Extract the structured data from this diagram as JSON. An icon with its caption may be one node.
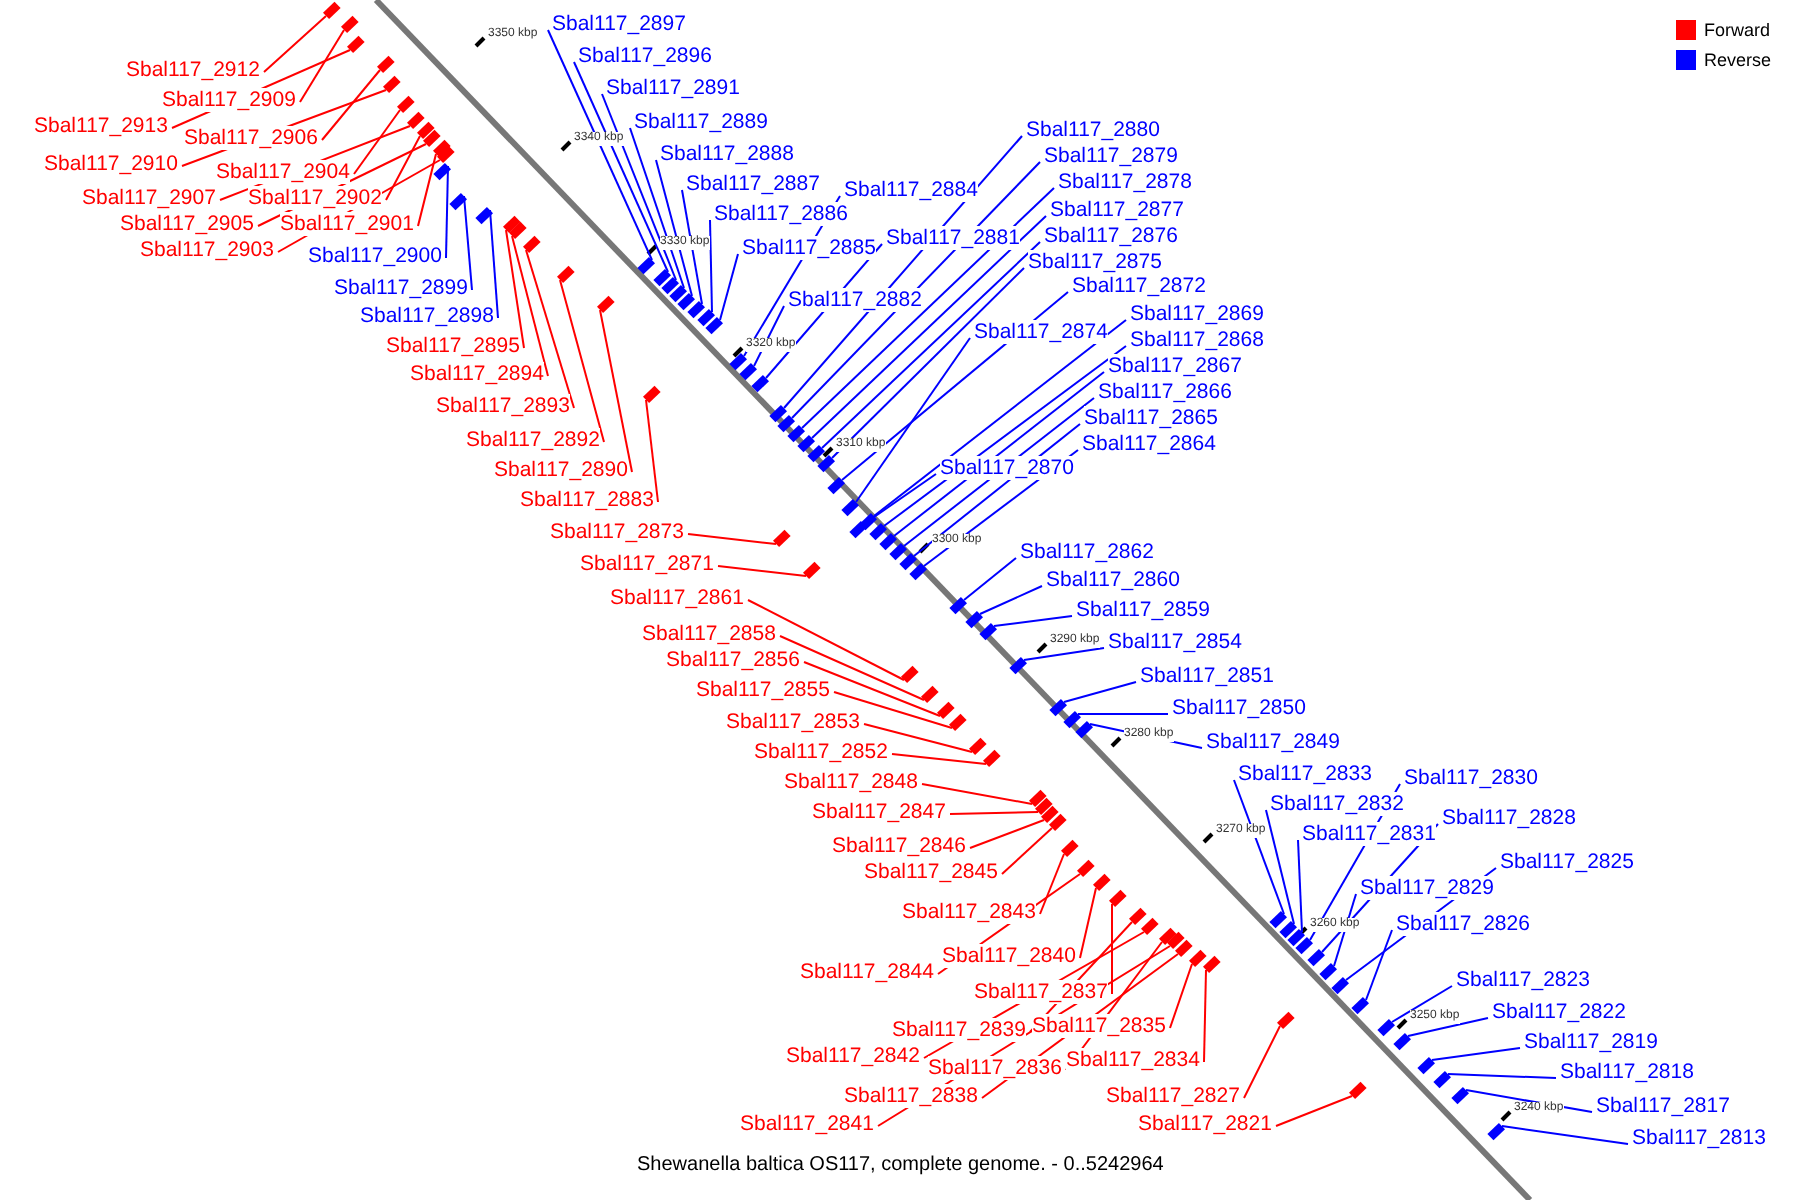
{
  "diagram": {
    "caption": "Shewanella baltica OS117, complete genome. - 0..5242964",
    "nodes": [
      {
        "text": [
          "Sbal117_2912"
        ]
      },
      {
        "text": [
          "Sbal117_2909"
        ]
      },
      {
        "text": [
          "Sbal117_2913"
        ]
      },
      {
        "text": [
          "Sbal117_2906"
        ]
      },
      {
        "text": [
          "Sbal117_2910"
        ]
      },
      {
        "text": [
          "Sbal117_2904"
        ]
      },
      {
        "text": [
          "Sbal117_2907"
        ]
      },
      {
        "text": [
          "Sbal117_2902"
        ]
      },
      {
        "text": [
          "Sbal117_2905"
        ]
      },
      {
        "text": [
          "Sbal117_2901"
        ]
      },
      {
        "text": [
          "Sbal117_2903"
        ]
      },
      {
        "text": [
          "Sbal117_2900"
        ]
      },
      {
        "text": [
          "Sbal117_2899"
        ]
      },
      {
        "text": [
          "Sbal117_2898"
        ]
      },
      {
        "text": [
          "Sbal117_2895"
        ]
      },
      {
        "text": [
          "Sbal117_2894"
        ]
      },
      {
        "text": [
          "Sbal117_2893"
        ]
      },
      {
        "text": [
          "Sbal117_2892"
        ]
      },
      {
        "text": [
          "Sbal117_2890"
        ]
      },
      {
        "text": [
          "Sbal117_2883"
        ]
      },
      {
        "text": [
          "Sbal117_2897"
        ]
      },
      {
        "text": [
          "Sbal117_2896"
        ]
      },
      {
        "text": [
          "Sbal117_2891"
        ]
      },
      {
        "text": [
          "Sbal117_2889"
        ]
      },
      {
        "text": [
          "Sbal117_2888"
        ]
      },
      {
        "text": [
          "Sbal117_2887"
        ]
      },
      {
        "text": [
          "Sbal117_2886"
        ]
      },
      {
        "text": [
          "Sbal117_2885"
        ]
      },
      {
        "text": [
          "Sbal117_2884"
        ]
      },
      {
        "text": [
          "Sbal117_2882"
        ]
      },
      {
        "text": [
          "Sbal117_2881"
        ]
      },
      {
        "text": [
          "Sbal117_2880"
        ]
      },
      {
        "text": [
          "Sbal117_2879"
        ]
      },
      {
        "text": [
          "Sbal117_2878"
        ]
      },
      {
        "text": [
          "Sbal117_2877"
        ]
      },
      {
        "text": [
          "Sbal117_2876"
        ]
      },
      {
        "text": [
          "Sbal117_2875"
        ]
      },
      {
        "text": [
          "Sbal117_2874"
        ]
      },
      {
        "text": [
          "Sbal117_2872"
        ]
      },
      {
        "text": [
          "Sbal117_2869"
        ]
      },
      {
        "text": [
          "Sbal117_2868"
        ]
      },
      {
        "text": [
          "Sbal117_2867"
        ]
      },
      {
        "text": [
          "Sbal117_2866"
        ]
      },
      {
        "text": [
          "Sbal117_2865"
        ]
      },
      {
        "text": [
          "Sbal117_2864"
        ]
      },
      {
        "text": [
          "Sbal117_2870"
        ]
      },
      {
        "text": [
          "Sbal117_2862"
        ]
      },
      {
        "text": [
          "Sbal117_2860"
        ]
      },
      {
        "text": [
          "Sbal117_2859"
        ]
      },
      {
        "text": [
          "Sbal117_2854"
        ]
      },
      {
        "text": [
          "Sbal117_2851"
        ]
      },
      {
        "text": [
          "Sbal117_2850"
        ]
      },
      {
        "text": [
          "Sbal117_2849"
        ]
      },
      {
        "text": [
          "Sbal117_2833"
        ]
      },
      {
        "text": [
          "Sbal117_2832"
        ]
      },
      {
        "text": [
          "Sbal117_2831"
        ]
      },
      {
        "text": [
          "Sbal117_2830"
        ]
      },
      {
        "text": [
          "Sbal117_2828"
        ]
      },
      {
        "text": [
          "Sbal117_2829"
        ]
      },
      {
        "text": [
          "Sbal117_2825"
        ]
      },
      {
        "text": [
          "Sbal117_2826"
        ]
      },
      {
        "text": [
          "Sbal117_2823"
        ]
      },
      {
        "text": [
          "Sbal117_2822"
        ]
      },
      {
        "text": [
          "Sbal117_2819"
        ]
      },
      {
        "text": [
          "Sbal117_2818"
        ]
      },
      {
        "text": [
          "Sbal117_2817"
        ]
      },
      {
        "text": [
          "Sbal117_2813"
        ]
      },
      {
        "text": [
          "Sbal117_2873"
        ]
      },
      {
        "text": [
          "Sbal117_2871"
        ]
      },
      {
        "text": [
          "Sbal117_2861"
        ]
      },
      {
        "text": [
          "Sbal117_2858"
        ]
      },
      {
        "text": [
          "Sbal117_2856"
        ]
      },
      {
        "text": [
          "Sbal117_2855"
        ]
      },
      {
        "text": [
          "Sbal117_2853"
        ]
      },
      {
        "text": [
          "Sbal117_2852"
        ]
      },
      {
        "text": [
          "Sbal117_2848"
        ]
      },
      {
        "text": [
          "Sbal117_2847"
        ]
      },
      {
        "text": [
          "Sbal117_2846"
        ]
      },
      {
        "text": [
          "Sbal117_2845"
        ]
      },
      {
        "text": [
          "Sbal117_2843"
        ]
      },
      {
        "text": [
          "Sbal117_2844"
        ]
      },
      {
        "text": [
          "Sbal117_2840"
        ]
      },
      {
        "text": [
          "Sbal117_2837"
        ]
      },
      {
        "text": [
          "Sbal117_2839"
        ]
      },
      {
        "text": [
          "Sbal117_2835"
        ]
      },
      {
        "text": [
          "Sbal117_2842"
        ]
      },
      {
        "text": [
          "Sbal117_2836"
        ]
      },
      {
        "text": [
          "Sbal117_2834"
        ]
      },
      {
        "text": [
          "Sbal117_2838"
        ]
      },
      {
        "text": [
          "Sbal117_2827"
        ]
      },
      {
        "text": [
          "Sbal117_2841"
        ]
      },
      {
        "text": [
          "Sbal117_2821"
        ]
      },
      {
        "text": [],
        "shape": "box"
      },
      {
        "text": [],
        "shape": "box"
      },
      {
        "text": [],
        "shape": "box"
      },
      {
        "text": [],
        "shape": "box"
      },
      {
        "text": [],
        "shape": "box"
      },
      {
        "text": [],
        "shape": "box"
      },
      {
        "text": [],
        "shape": "box"
      },
      {
        "text": [],
        "shape": "box"
      },
      {
        "text": [],
        "shape": "box"
      },
      {
        "text": [],
        "shape": "box"
      },
      {
        "text": [],
        "shape": "box"
      },
      {
        "text": [],
        "shape": "box"
      },
      {
        "text": [],
        "shape": "box"
      },
      {
        "text": [],
        "shape": "box"
      },
      {
        "text": [],
        "shape": "box"
      },
      {
        "text": [],
        "shape": "box"
      },
      {
        "text": [],
        "shape": "box"
      },
      {
        "text": [],
        "shape": "box"
      },
      {
        "text": [],
        "shape": "box"
      },
      {
        "text": [],
        "shape": "box"
      },
      {
        "text": [],
        "shape": "box"
      },
      {
        "text": [],
        "shape": "box"
      },
      {
        "text": [],
        "shape": "box"
      },
      {
        "text": [],
        "shape": "box"
      },
      {
        "text": [],
        "shape": "box"
      },
      {
        "text": [],
        "shape": "box"
      },
      {
        "text": [],
        "shape": "box"
      },
      {
        "text": [],
        "shape": "box"
      },
      {
        "text": [],
        "shape": "box"
      },
      {
        "text": [],
        "shape": "box"
      },
      {
        "text": [],
        "shape": "box"
      },
      {
        "text": [],
        "shape": "box"
      },
      {
        "text": [],
        "shape": "box"
      },
      {
        "text": [],
        "shape": "box"
      },
      {
        "text": [],
        "shape": "box"
      },
      {
        "text": [],
        "shape": "box"
      },
      {
        "text": [],
        "shape": "box"
      },
      {
        "text": [],
        "shape": "box"
      },
      {
        "text": [],
        "shape": "box"
      },
      {
        "text": [],
        "shape": "box"
      },
      {
        "text": [],
        "shape": "box"
      },
      {
        "text": [],
        "shape": "box"
      },
      {
        "text": [],
        "shape": "box"
      },
      {
        "text": [],
        "shape": "box"
      },
      {
        "text": [],
        "shape": "box"
      },
      {
        "text": [],
        "shape": "box"
      },
      {
        "text": [],
        "shape": "box"
      },
      {
        "text": [],
        "shape": "box"
      },
      {
        "text": [],
        "shape": "box"
      },
      {
        "text": [],
        "shape": "box"
      },
      {
        "text": [],
        "shape": "box"
      },
      {
        "text": [],
        "shape": "box"
      },
      {
        "text": [],
        "shape": "box"
      },
      {
        "text": [],
        "shape": "box"
      },
      {
        "text": [],
        "shape": "box"
      },
      {
        "text": [],
        "shape": "box"
      },
      {
        "text": [],
        "shape": "box"
      },
      {
        "text": [],
        "shape": "box"
      },
      {
        "text": [],
        "shape": "box"
      },
      {
        "text": [],
        "shape": "box"
      },
      {
        "text": [],
        "shape": "box"
      },
      {
        "text": [],
        "shape": "box"
      },
      {
        "text": [],
        "shape": "box"
      },
      {
        "text": [],
        "shape": "box"
      },
      {
        "text": [],
        "shape": "box"
      },
      {
        "text": [],
        "shape": "box"
      },
      {
        "text": [],
        "shape": "box"
      },
      {
        "text": [],
        "shape": "box"
      },
      {
        "text": [],
        "shape": "box"
      },
      {
        "text": [],
        "shape": "box"
      },
      {
        "text": [],
        "shape": "box"
      },
      {
        "text": [],
        "shape": "box"
      },
      {
        "text": [],
        "shape": "box"
      },
      {
        "text": [],
        "shape": "box"
      },
      {
        "text": [],
        "shape": "box"
      },
      {
        "text": [],
        "shape": "box"
      },
      {
        "text": [],
        "shape": "box"
      },
      {
        "text": [],
        "shape": "box"
      },
      {
        "text": [],
        "shape": "box"
      },
      {
        "text": [],
        "shape": "box"
      },
      {
        "text": [],
        "shape": "box"
      },
      {
        "text": [],
        "shape": "box"
      },
      {
        "text": [],
        "shape": "box"
      },
      {
        "text": [],
        "shape": "box"
      },
      {
        "text": [],
        "shape": "box"
      },
      {
        "text": [],
        "shape": "box"
      },
      {
        "text": [],
        "shape": "box"
      },
      {
        "text": [],
        "shape": "box"
      },
      {
        "text": [],
        "shape": "box"
      },
      {
        "text": [],
        "shape": "box"
      },
      {
        "text": [],
        "shape": "box"
      },
      {
        "text": [],
        "shape": "box"
      }
    ],
    "edges": [
      {
        "from": 0,
        "to": 92,
        "arrow": "none",
        "color": "#ff0000"
      },
      {
        "from": 1,
        "to": 93,
        "arrow": "none",
        "color": "#ff0000"
      },
      {
        "from": 2,
        "to": 94,
        "arrow": "none",
        "color": "#ff0000"
      },
      {
        "from": 3,
        "to": 95,
        "arrow": "none",
        "color": "#ff0000"
      },
      {
        "from": 4,
        "to": 96,
        "arrow": "none",
        "color": "#ff0000"
      },
      {
        "from": 5,
        "to": 97,
        "arrow": "none",
        "color": "#ff0000"
      },
      {
        "from": 6,
        "to": 98,
        "arrow": "none",
        "color": "#ff0000"
      },
      {
        "from": 7,
        "to": 99,
        "arrow": "none",
        "color": "#ff0000"
      },
      {
        "from": 8,
        "to": 100,
        "arrow": "none",
        "color": "#ff0000"
      },
      {
        "from": 9,
        "to": 101,
        "arrow": "none",
        "color": "#ff0000"
      },
      {
        "from": 10,
        "to": 102,
        "arrow": "none",
        "color": "#ff0000"
      },
      {
        "from": 11,
        "to": 103,
        "arrow": "none"
      },
      {
        "from": 12,
        "to": 104,
        "arrow": "none"
      },
      {
        "from": 13,
        "to": 105,
        "arrow": "none"
      },
      {
        "from": 14,
        "to": 106,
        "arrow": "none",
        "color": "#ff0000"
      },
      {
        "from": 15,
        "to": 107,
        "arrow": "none",
        "color": "#ff0000"
      },
      {
        "from": 16,
        "to": 108,
        "arrow": "none",
        "color": "#ff0000"
      },
      {
        "from": 17,
        "to": 109,
        "arrow": "none",
        "color": "#ff0000"
      },
      {
        "from": 18,
        "to": 110,
        "arrow": "none",
        "color": "#ff0000"
      },
      {
        "from": 19,
        "to": 111,
        "arrow": "none",
        "color": "#ff0000"
      },
      {
        "from": 20,
        "to": 112,
        "arrow": "none"
      },
      {
        "from": 21,
        "to": 113,
        "arrow": "none"
      },
      {
        "from": 22,
        "to": 114,
        "arrow": "none"
      },
      {
        "from": 23,
        "to": 115,
        "arrow": "none"
      },
      {
        "from": 24,
        "to": 116,
        "arrow": "none"
      },
      {
        "from": 25,
        "to": 117,
        "arrow": "none"
      },
      {
        "from": 26,
        "to": 118,
        "arrow": "none"
      },
      {
        "from": 27,
        "to": 119,
        "arrow": "none"
      },
      {
        "from": 28,
        "to": 120,
        "arrow": "none"
      },
      {
        "from": 29,
        "to": 121,
        "arrow": "none"
      },
      {
        "from": 30,
        "to": 122,
        "arrow": "none"
      },
      {
        "from": 31,
        "to": 123,
        "arrow": "none"
      },
      {
        "from": 32,
        "to": 124,
        "arrow": "none"
      },
      {
        "from": 33,
        "to": 125,
        "arrow": "none"
      },
      {
        "from": 34,
        "to": 126,
        "arrow": "none"
      },
      {
        "from": 35,
        "to": 127,
        "arrow": "none"
      },
      {
        "from": 36,
        "to": 128,
        "arrow": "none"
      },
      {
        "from": 37,
        "to": 129,
        "arrow": "none"
      },
      {
        "from": 38,
        "to": 130,
        "arrow": "none"
      },
      {
        "from": 39,
        "to": 131,
        "arrow": "none"
      },
      {
        "from": 40,
        "to": 132,
        "arrow": "none"
      },
      {
        "from": 41,
        "to": 133,
        "arrow": "none"
      },
      {
        "from": 42,
        "to": 134,
        "arrow": "none"
      },
      {
        "from": 43,
        "to": 135,
        "arrow": "none"
      },
      {
        "from": 44,
        "to": 136,
        "arrow": "none"
      },
      {
        "from": 45,
        "to": 137,
        "arrow": "none"
      },
      {
        "from": 46,
        "to": 138,
        "arrow": "none"
      },
      {
        "from": 47,
        "to": 139,
        "arrow": "none"
      },
      {
        "from": 48,
        "to": 140,
        "arrow": "none"
      },
      {
        "from": 49,
        "to": 141,
        "arrow": "none"
      },
      {
        "from": 50,
        "to": 142,
        "arrow": "none"
      },
      {
        "from": 51,
        "to": 143,
        "arrow": "none"
      },
      {
        "from": 52,
        "to": 144,
        "arrow": "none"
      },
      {
        "from": 53,
        "to": 145,
        "arrow": "none"
      },
      {
        "from": 54,
        "to": 146,
        "arrow": "none"
      },
      {
        "from": 55,
        "to": 147,
        "arrow": "none"
      },
      {
        "from": 56,
        "to": 148,
        "arrow": "none"
      },
      {
        "from": 57,
        "to": 149,
        "arrow": "none"
      },
      {
        "from": 58,
        "to": 150,
        "arrow": "none"
      },
      {
        "from": 59,
        "to": 151,
        "arrow": "none"
      },
      {
        "from": 60,
        "to": 152,
        "arrow": "none"
      },
      {
        "from": 61,
        "to": 153,
        "arrow": "none"
      },
      {
        "from": 62,
        "to": 154,
        "arrow": "none"
      },
      {
        "from": 63,
        "to": 155,
        "arrow": "none"
      },
      {
        "from": 64,
        "to": 156,
        "arrow": "none"
      },
      {
        "from": 65,
        "to": 157,
        "arrow": "none"
      },
      {
        "from": 66,
        "to": 158,
        "arrow": "none"
      },
      {
        "from": 67,
        "to": 159,
        "arrow": "none",
        "color": "#ff0000"
      },
      {
        "from": 68,
        "to": 160,
        "arrow": "none",
        "color": "#ff0000"
      },
      {
        "from": 69,
        "to": 161,
        "arrow": "none",
        "color": "#ff0000"
      },
      {
        "from": 70,
        "to": 162,
        "arrow": "none",
        "color": "#ff0000"
      },
      {
        "from": 71,
        "to": 163,
        "arrow": "none",
        "color": "#ff0000"
      },
      {
        "from": 72,
        "to": 164,
        "arrow": "none",
        "color": "#ff0000"
      },
      {
        "from": 73,
        "to": 165,
        "arrow": "none",
        "color": "#ff0000"
      },
      {
        "from": 74,
        "to": 166,
        "arrow": "none",
        "color": "#ff0000"
      },
      {
        "from": 75,
        "to": 167,
        "arrow": "none",
        "color": "#ff0000"
      },
      {
        "from": 76,
        "to": 168,
        "arrow": "none",
        "color": "#ff0000"
      },
      {
        "from": 77,
        "to": 169,
        "arrow": "none",
        "color": "#ff0000"
      },
      {
        "from": 78,
        "to": 170,
        "arrow": "none",
        "color": "#ff0000"
      },
      {
        "from": 79,
        "to": 171,
        "arrow": "none",
        "color": "#ff0000"
      },
      {
        "from": 80,
        "to": 172,
        "arrow": "none",
        "color": "#ff0000"
      },
      {
        "from": 81,
        "to": 173,
        "arrow": "none",
        "color": "#ff0000"
      },
      {
        "from": 82,
        "to": 174,
        "arrow": "none",
        "color": "#ff0000"
      },
      {
        "from": 83,
        "to": 175,
        "arrow": "none",
        "color": "#ff0000"
      },
      {
        "from": 84,
        "to": 176,
        "arrow": "none",
        "color": "#ff0000"
      },
      {
        "from": 85,
        "to": 177,
        "arrow": "none",
        "color": "#ff0000"
      },
      {
        "from": 86,
        "to": 178,
        "arrow": "none",
        "color": "#ff0000"
      },
      {
        "from": 87,
        "to": 179,
        "arrow": "none",
        "color": "#ff0000"
      },
      {
        "from": 88,
        "to": 180,
        "arrow": "none",
        "color": "#ff0000"
      },
      {
        "from": 89,
        "to": 181,
        "arrow": "none",
        "color": "#ff0000"
      },
      {
        "from": 90,
        "to": 182,
        "arrow": "none",
        "color": "#ff0000"
      },
      {
        "from": 91,
        "to": 183,
        "arrow": "none",
        "color": "#ff0000"
      }
    ],
    "labels": [
      "3350 kbp",
      "3340 kbp",
      "3330 kbp",
      "3320 kbp",
      "3310 kbp",
      "3300 kbp",
      "3290 kbp",
      "3280 kbp",
      "3270 kbp",
      "3260 kbp",
      "3250 kbp",
      "3240 kbp"
    ],
    "legend": [
      {
        "text": "Forward",
        "color": "#ff0000"
      },
      {
        "text": "Reverse",
        "color": "#0000ff"
      }
    ]
  }
}
